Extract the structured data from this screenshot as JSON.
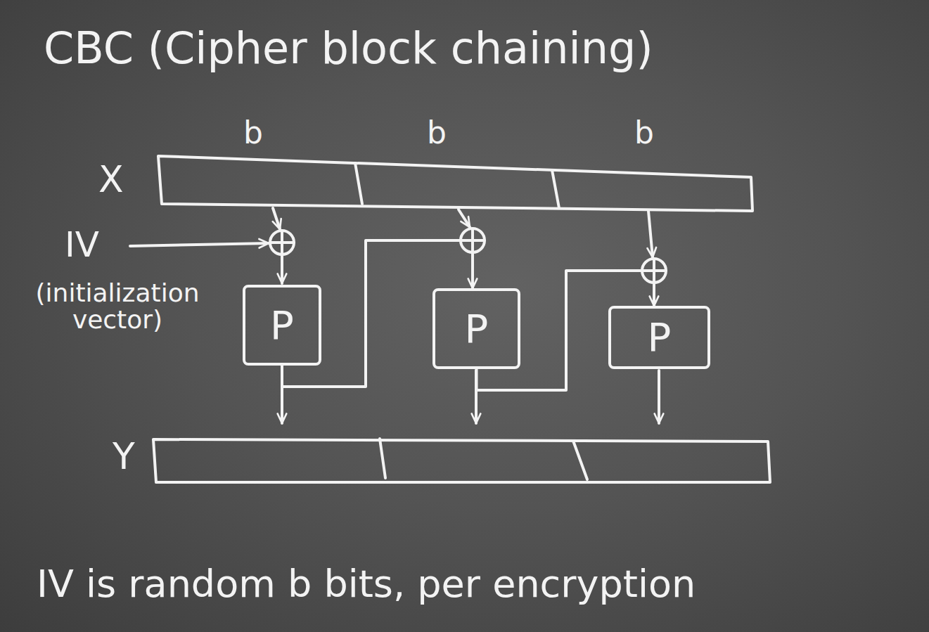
{
  "diagram": {
    "title": "CBC (Cipher block chaining)",
    "caption": "IV is random b bits, per encryption",
    "nodes": [
      {
        "text": [
          "P"
        ]
      },
      {
        "text": [
          "P"
        ]
      },
      {
        "text": [
          "P"
        ]
      }
    ],
    "edges": [
      {
        "from": 0,
        "to": 1,
        "arrow": "to"
      },
      {
        "from": 1,
        "to": 2,
        "arrow": "to"
      }
    ],
    "labels": [
      "b",
      "b",
      "b",
      "X",
      "IV",
      "(initialization vector)",
      "Y"
    ]
  }
}
